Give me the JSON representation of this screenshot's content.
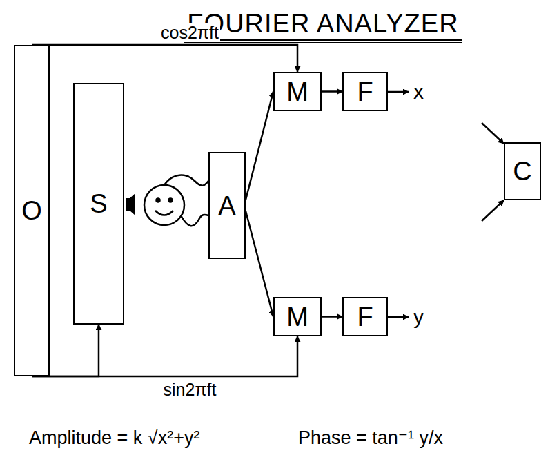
{
  "diagram": {
    "title": "FOURIER ANALYZER",
    "nodes": [
      {
        "text": [
          "O"
        ]
      },
      {
        "text": [
          "S"
        ]
      },
      {
        "text": [
          "A"
        ]
      },
      {
        "text": [
          "M"
        ]
      },
      {
        "text": [
          "F"
        ]
      },
      {
        "text": [
          "M"
        ]
      },
      {
        "text": [
          "F"
        ]
      },
      {
        "text": [
          "C"
        ]
      }
    ],
    "edges": [
      {
        "from": 0,
        "to": 3,
        "arrow": "to",
        "label": "cos2πft"
      },
      {
        "from": 0,
        "to": 5,
        "arrow": "to",
        "label": "sin2πft"
      },
      {
        "from": 0,
        "to": 1,
        "arrow": "to"
      },
      {
        "from": 2,
        "to": 3,
        "arrow": "to"
      },
      {
        "from": 2,
        "to": 5,
        "arrow": "to"
      },
      {
        "from": 3,
        "to": 4,
        "arrow": "to"
      },
      {
        "from": 5,
        "to": 6,
        "arrow": "to"
      }
    ],
    "labels": [
      "x",
      "y",
      "Amplitude = k √x²+y²",
      "Phase = tan⁻¹ y/x"
    ]
  }
}
